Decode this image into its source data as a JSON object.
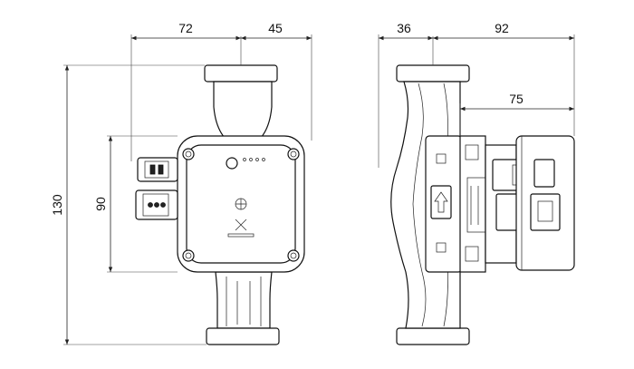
{
  "dimensions": {
    "front_left_width": "72",
    "front_right_width": "45",
    "overall_height": "130",
    "control_box_height": "90",
    "side_left_width": "36",
    "side_right_width": "92",
    "side_depth": "75"
  },
  "colors": {
    "line": "#111111",
    "background": "#ffffff"
  }
}
